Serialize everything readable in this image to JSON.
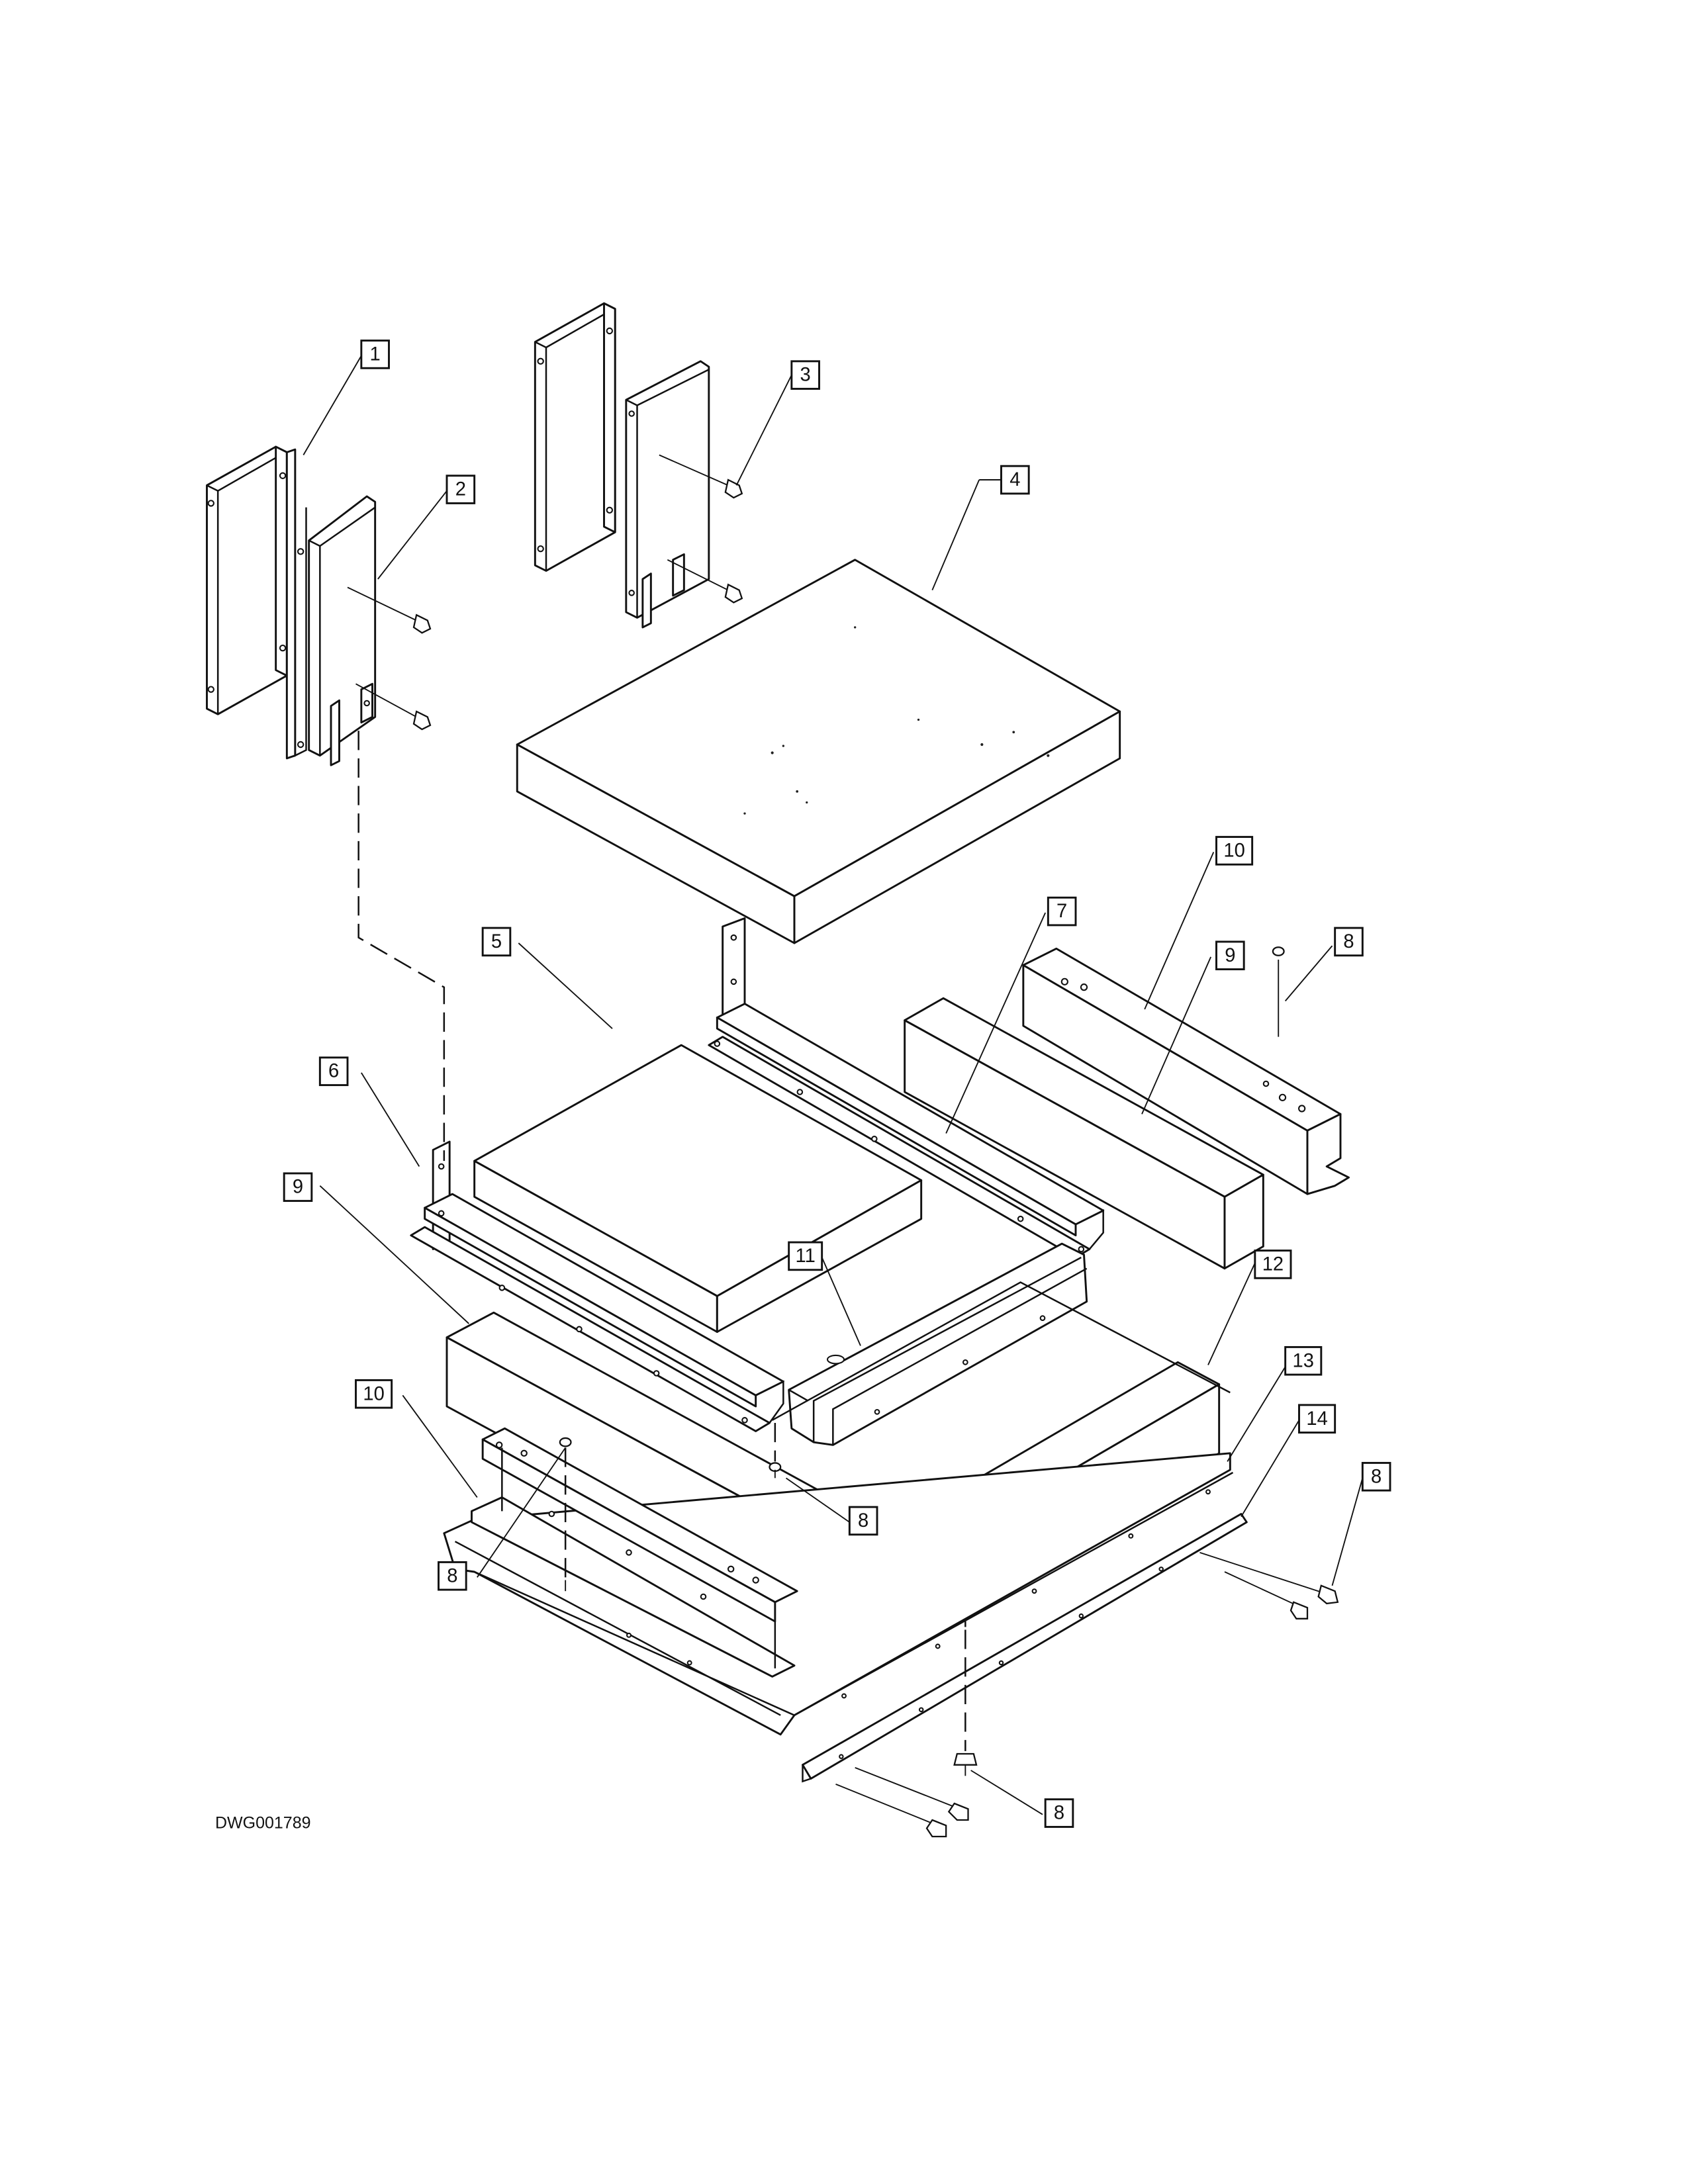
{
  "drawing_number": "DWG001789",
  "callouts": [
    {
      "id": "c1",
      "label": "1"
    },
    {
      "id": "c2",
      "label": "2"
    },
    {
      "id": "c3",
      "label": "3"
    },
    {
      "id": "c4",
      "label": "4"
    },
    {
      "id": "c5",
      "label": "5"
    },
    {
      "id": "c6",
      "label": "6"
    },
    {
      "id": "c7",
      "label": "7"
    },
    {
      "id": "c8a",
      "label": "8"
    },
    {
      "id": "c9a",
      "label": "9"
    },
    {
      "id": "c10a",
      "label": "10"
    },
    {
      "id": "c9b",
      "label": "9"
    },
    {
      "id": "c11",
      "label": "11"
    },
    {
      "id": "c12",
      "label": "12"
    },
    {
      "id": "c13",
      "label": "13"
    },
    {
      "id": "c14",
      "label": "14"
    },
    {
      "id": "c10b",
      "label": "10"
    },
    {
      "id": "c8b",
      "label": "8"
    },
    {
      "id": "c8c",
      "label": "8"
    },
    {
      "id": "c8d",
      "label": "8"
    },
    {
      "id": "c8e",
      "label": "8"
    }
  ],
  "colors": {
    "line": "#111111",
    "paper": "#ffffff"
  }
}
